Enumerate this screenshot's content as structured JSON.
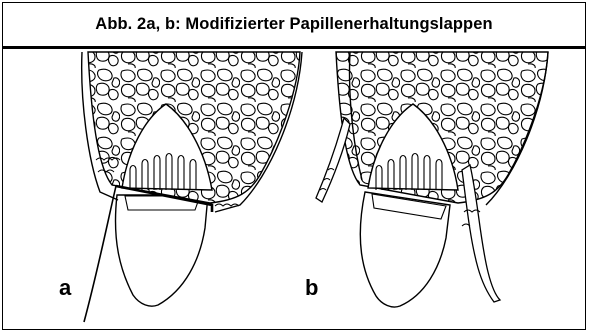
{
  "figure": {
    "title": "Abb. 2a, b: Modifizierter Papillenerhaltungslappen",
    "panels": [
      {
        "label": "a"
      },
      {
        "label": "b"
      }
    ]
  }
}
